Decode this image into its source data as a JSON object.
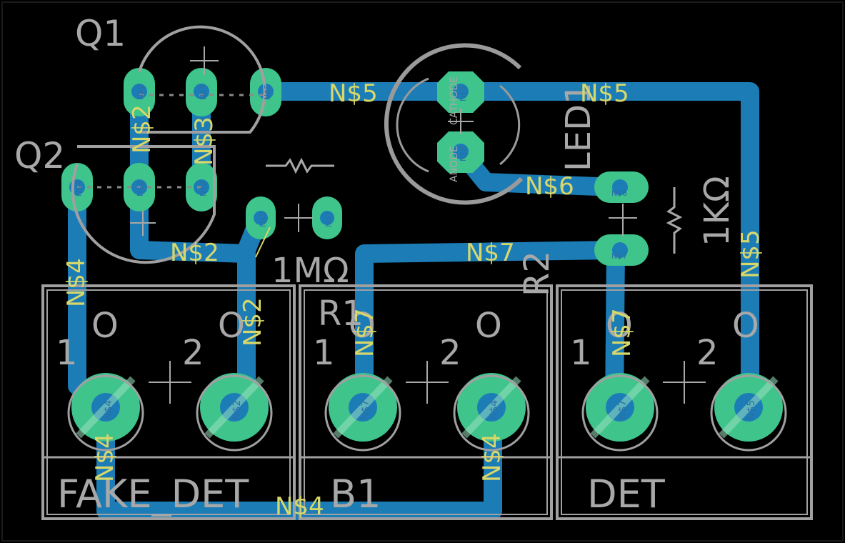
{
  "colors": {
    "background": "#000000",
    "trace": "#1c7cb6",
    "pad": "#3fc48c",
    "pad_core": "#1c7cb6",
    "silkscreen": "#a8a8a8",
    "net_label": "#d8d86a"
  },
  "components": {
    "q1": "Q1",
    "q2": "Q2",
    "led1": "LED1",
    "r1": "R1",
    "r2": "R2",
    "r1_value": "1MΩ",
    "r2_value": "1KΩ",
    "fake_det": "FAKE_DET",
    "b1": "B1",
    "det": "DET",
    "anode": "ANODE",
    "cathode": "CATHODE"
  },
  "nets": {
    "n2": "N$2",
    "n3": "N$3",
    "n4": "N$4",
    "n5": "N$5",
    "n6": "N$6",
    "n7": "N$7"
  },
  "pins": {
    "p1": "1",
    "p2": "2",
    "p3": "3",
    "ring": "O"
  }
}
